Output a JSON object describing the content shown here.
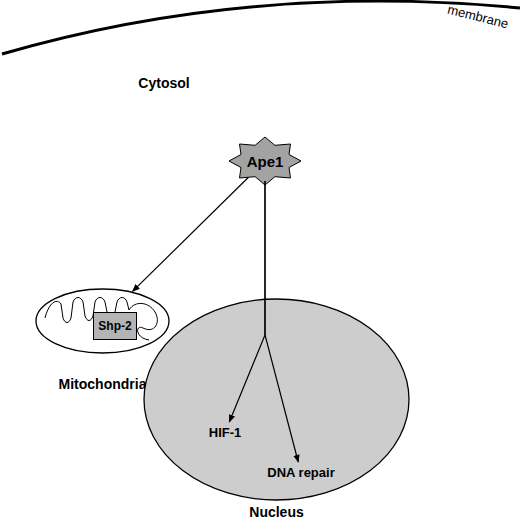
{
  "diagram": {
    "nodes": [
      {
        "text": [
          "Ape1"
        ]
      },
      {
        "text": [
          "Mitochondria"
        ]
      },
      {
        "text": [
          "Shp-2"
        ],
        "in": 1
      },
      {
        "text": [
          "Nucleus"
        ]
      },
      {
        "text": [
          "HIF-1"
        ],
        "in": 3
      },
      {
        "text": [
          "DNA repair"
        ],
        "in": 3
      }
    ],
    "edges": [
      {
        "from": 0,
        "to": 1,
        "arrow": "to"
      },
      {
        "from": 0,
        "to": 4,
        "arrow": "to"
      },
      {
        "from": 0,
        "to": 5,
        "arrow": "to"
      }
    ],
    "labels": [
      "membrane",
      "Cytosol"
    ]
  }
}
